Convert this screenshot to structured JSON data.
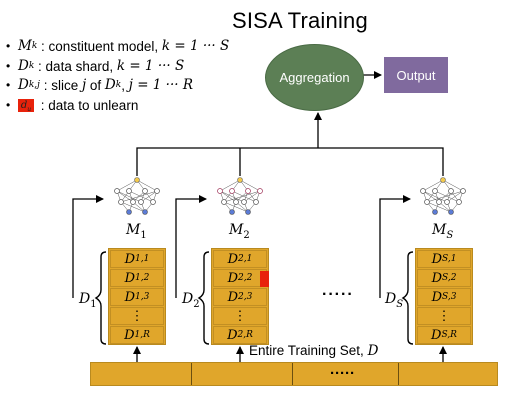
{
  "title": "SISA Training",
  "legend": [
    {
      "symbol": "M",
      "sub": "k",
      "text": " : constituent model, ",
      "math": "k = 1 ··· S"
    },
    {
      "symbol": "D",
      "sub": "k",
      "text": " : data shard, ",
      "math": "k = 1 ··· S"
    },
    {
      "symbol": "D",
      "sub": "k,j",
      "text": " : slice ",
      "mid_var": "j",
      "mid_text": " of ",
      "mid_sym": "D",
      "mid_sub": "k",
      "tail": ", ",
      "math": "j = 1 ··· R"
    },
    {
      "chip": "d",
      "chip_sub": "u",
      "text": " : data to unlearn"
    }
  ],
  "aggregation_label": "Aggregation",
  "output_label": "Output",
  "models": [
    {
      "symbol": "M",
      "sub": "1"
    },
    {
      "symbol": "M",
      "sub": "2"
    },
    {
      "symbol": "M",
      "sub": "S"
    }
  ],
  "shards": [
    {
      "label_symbol": "D",
      "label_sub": "1",
      "slices": [
        {
          "symbol": "D",
          "sub": "1,1"
        },
        {
          "symbol": "D",
          "sub": "1,2"
        },
        {
          "symbol": "D",
          "sub": "1,3"
        },
        {
          "dots": "⋮"
        },
        {
          "symbol": "D",
          "sub": "1,R"
        }
      ]
    },
    {
      "label_symbol": "D",
      "label_sub": "2",
      "slices": [
        {
          "symbol": "D",
          "sub": "2,1"
        },
        {
          "symbol": "D",
          "sub": "2,2"
        },
        {
          "symbol": "D",
          "sub": "2,3"
        },
        {
          "dots": "⋮"
        },
        {
          "symbol": "D",
          "sub": "2,R"
        }
      ]
    },
    {
      "label_symbol": "D",
      "label_sub": "S",
      "slices": [
        {
          "symbol": "D",
          "sub": "S,1"
        },
        {
          "symbol": "D",
          "sub": "S,2"
        },
        {
          "symbol": "D",
          "sub": "S,3"
        },
        {
          "dots": "⋮"
        },
        {
          "symbol": "D",
          "sub": "S,R"
        }
      ]
    }
  ],
  "between_dots": "·····",
  "training_set_label": "Entire Training Set, ",
  "training_set_symbol": "D",
  "bar_dots": "·····",
  "colors": {
    "shard": "#e0a62b",
    "aggregation": "#5c7f55",
    "output": "#806a9e",
    "unlearn": "#e8220b"
  }
}
